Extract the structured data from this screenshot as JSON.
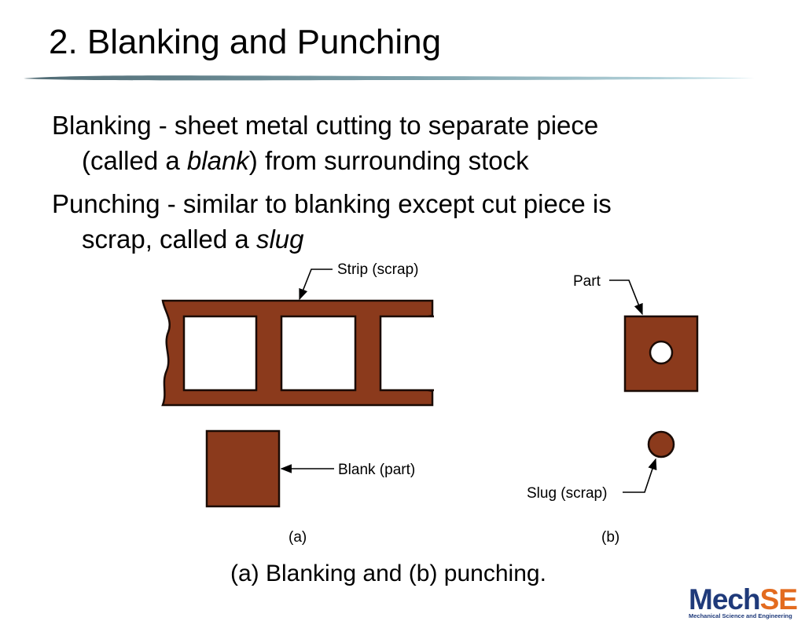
{
  "slide": {
    "title": "2. Blanking and Punching",
    "bullets": [
      {
        "term": "Blanking",
        "line1": "Blanking - sheet metal cutting to separate piece",
        "line2_before": "(called a ",
        "line2_em": "blank",
        "line2_after": ") from surrounding stock"
      },
      {
        "term": "Punching",
        "line1": "Punching - similar to blanking except cut piece is",
        "line2_before": "scrap, called a ",
        "line2_em": "slug",
        "line2_after": ""
      }
    ]
  },
  "figure": {
    "labels": {
      "strip": "Strip (scrap)",
      "blank_part": "Blank (part)",
      "part": "Part",
      "slug": "Slug (scrap)",
      "panel_a": "(a)",
      "panel_b": "(b)"
    },
    "caption": "(a) Blanking and (b) punching.",
    "colors": {
      "metal": "#8b3a1c",
      "outline": "#1a0b05",
      "hole": "#ffffff"
    }
  },
  "logo": {
    "word_a": "Mech",
    "word_b": "SE",
    "subtitle": "Mechanical Science and Engineering"
  },
  "colors": {
    "rule_dark": "#4f6a73",
    "rule_light": "#c6e3ea"
  }
}
